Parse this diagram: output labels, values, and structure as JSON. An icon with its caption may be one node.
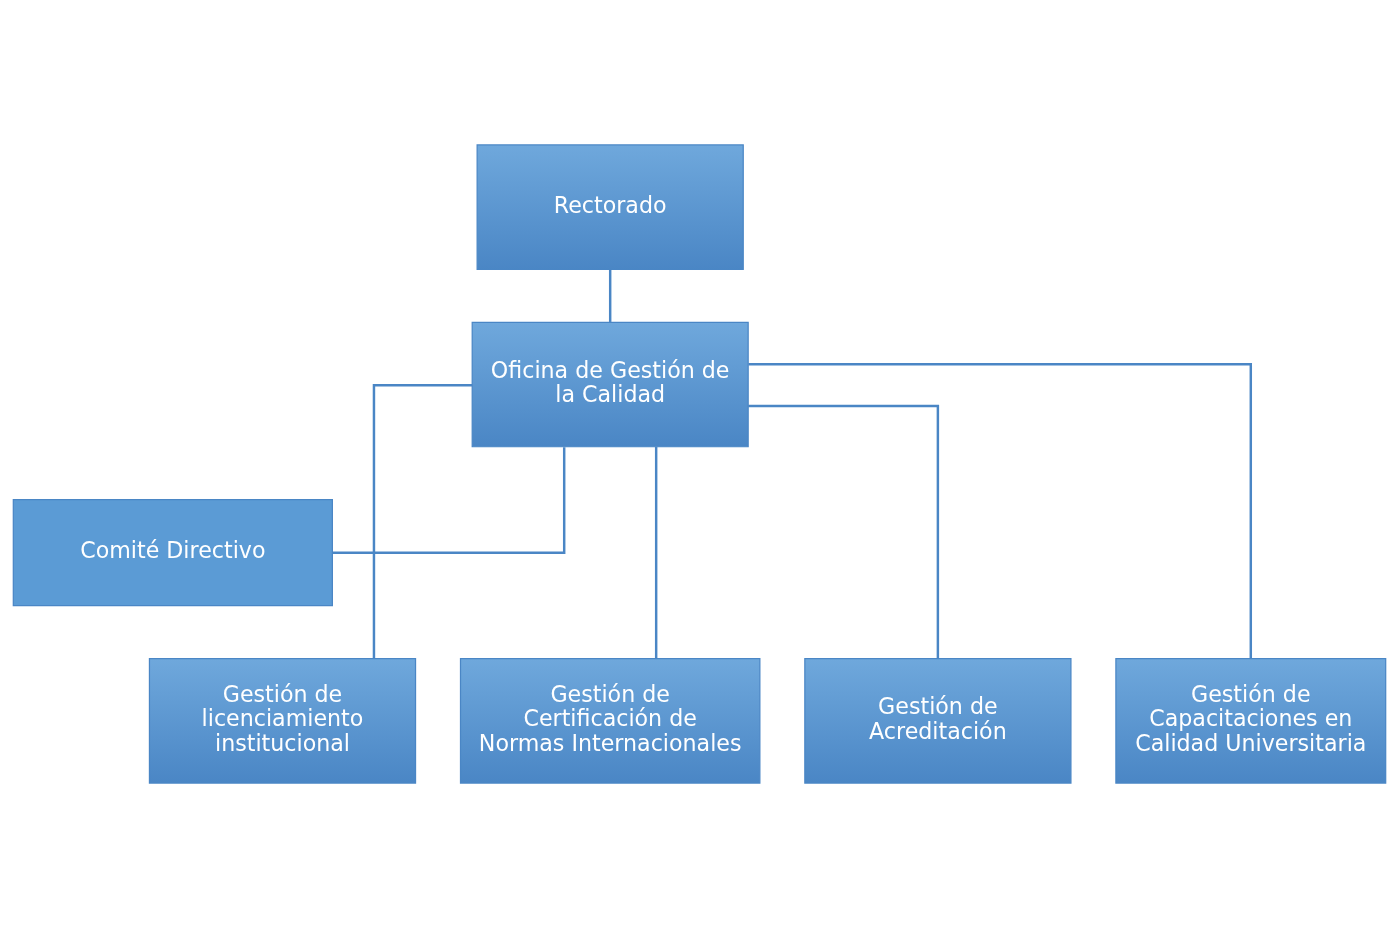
{
  "diagram": {
    "nodes": [
      {
        "text": [
          "Rectorado"
        ]
      },
      {
        "text": [
          "Oficina de Gestión de la Calidad"
        ]
      },
      {
        "text": [
          "Comité Directivo"
        ]
      },
      {
        "text": [
          "Gestión de licenciamiento institucional"
        ]
      },
      {
        "text": [
          "Gestión de Certificación de Normas Internacionales"
        ]
      },
      {
        "text": [
          "Gestión de Acreditación"
        ]
      },
      {
        "text": [
          "Gestión de Capacitaciones en Calidad Universitaria"
        ]
      }
    ],
    "edges": [
      {
        "from": 0,
        "to": 1,
        "arrow": "none"
      },
      {
        "from": 1,
        "to": 2,
        "arrow": "none"
      },
      {
        "from": 1,
        "to": 3,
        "arrow": "none"
      },
      {
        "from": 1,
        "to": 4,
        "arrow": "none"
      },
      {
        "from": 1,
        "to": 5,
        "arrow": "none"
      },
      {
        "from": 1,
        "to": 6,
        "arrow": "none"
      }
    ]
  }
}
